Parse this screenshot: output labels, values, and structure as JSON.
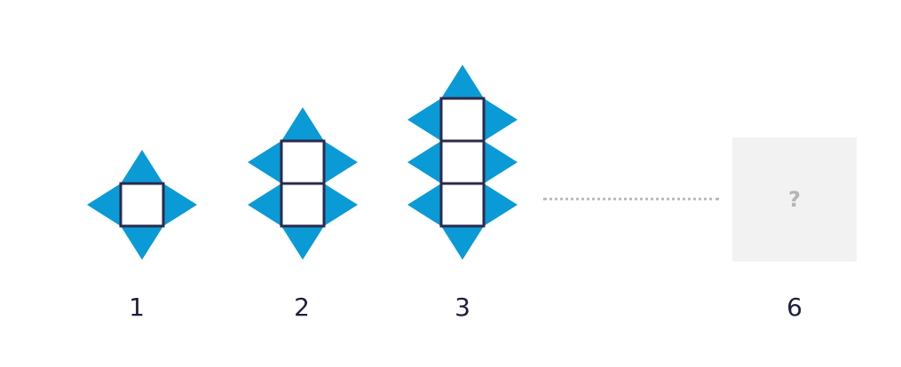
{
  "colors": {
    "triangle": "#0a9ad6",
    "square_stroke": "#2b2a4c",
    "square_fill": "#ffffff",
    "placeholder_bg": "#f2f2f2"
  },
  "figures": [
    {
      "label": "1",
      "squares": 1
    },
    {
      "label": "2",
      "squares": 2
    },
    {
      "label": "3",
      "squares": 3
    }
  ],
  "unknown": {
    "label": "6",
    "mark": "?"
  }
}
